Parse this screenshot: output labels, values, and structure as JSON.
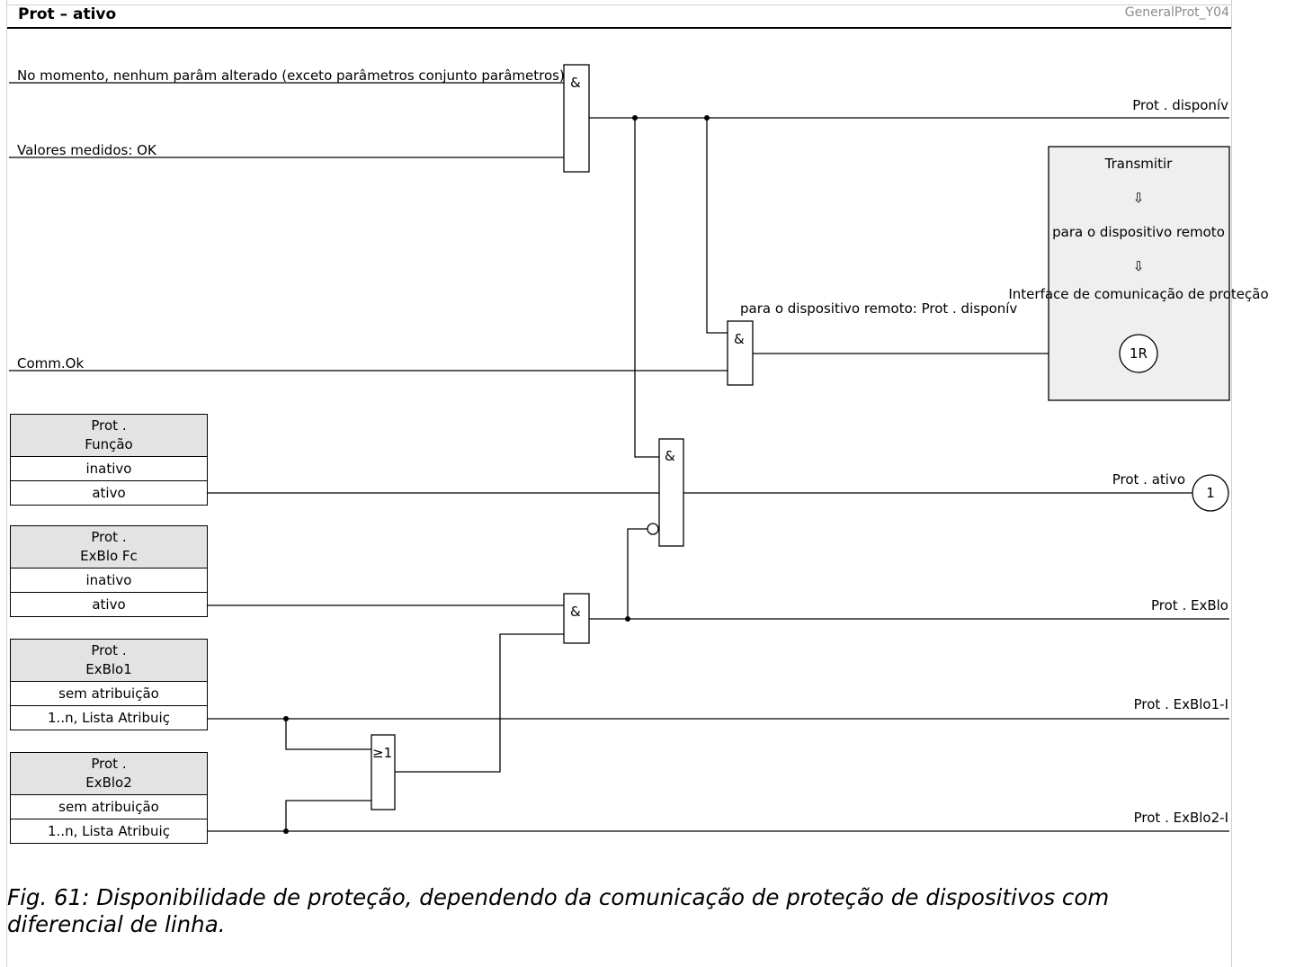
{
  "header": {
    "title": "Prot – ativo",
    "ref": "GeneralProt_Y04"
  },
  "signals": {
    "no_param_changed": "No momento, nenhum parâm alterado (exceto parâmetros conjunto parâmetros)",
    "measured_ok": "Valores medidos: OK",
    "comm_ok": "Comm.Ok"
  },
  "outputs": {
    "prot_available": "Prot . disponív",
    "remote_prot_available": "para o dispositivo remoto: Prot . disponív",
    "prot_active": "Prot . ativo",
    "prot_exblo": "Prot . ExBlo",
    "prot_exblo1": "Prot . ExBlo1-I",
    "prot_exblo2": "Prot . ExBlo2-I"
  },
  "gates": {
    "and": "&",
    "or": "≥1"
  },
  "transmit": {
    "title": "Transmitir",
    "arrow1": "⇩",
    "to_remote": "para o dispositivo remoto",
    "arrow2": "⇩",
    "interface": "Interface de comunicação de proteção",
    "connector": "1R"
  },
  "connector_out": "1",
  "params": [
    {
      "title1": "Prot .",
      "title2": "Função",
      "opt1": "inativo",
      "opt2": "ativo"
    },
    {
      "title1": "Prot .",
      "title2": "ExBlo Fc",
      "opt1": "inativo",
      "opt2": "ativo"
    },
    {
      "title1": "Prot .",
      "title2": "ExBlo1",
      "opt1": "sem atribuição",
      "opt2": "1..n, Lista Atribuiç"
    },
    {
      "title1": "Prot .",
      "title2": "ExBlo2",
      "opt1": "sem atribuição",
      "opt2": "1..n, Lista Atribuiç"
    }
  ],
  "caption": "Fig. 61: Disponibilidade de proteção, dependendo da comunicação de proteção de dispositivos com diferencial de linha."
}
